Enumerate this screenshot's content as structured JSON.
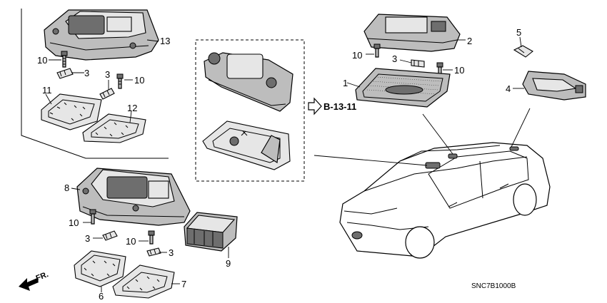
{
  "callouts": {
    "c1": "1",
    "c2": "2",
    "c3a": "3",
    "c3b": "3",
    "c3c": "3",
    "c3d": "3",
    "c4": "4",
    "c5": "5",
    "c6": "6",
    "c7": "7",
    "c8": "8",
    "c9": "9",
    "c10a": "10",
    "c10b": "10",
    "c10c": "10",
    "c10d": "10",
    "c10e": "10",
    "c10f": "10",
    "c11": "11",
    "c12": "12",
    "c13": "13"
  },
  "reference_label": "B-13-11",
  "direction_label": "FR.",
  "diagram_code": "SNC7B1000B",
  "icons": [
    "map-light-housing-icon",
    "bulb-icon",
    "screw-icon",
    "lens-icon",
    "car-icon",
    "arrow-icon"
  ]
}
